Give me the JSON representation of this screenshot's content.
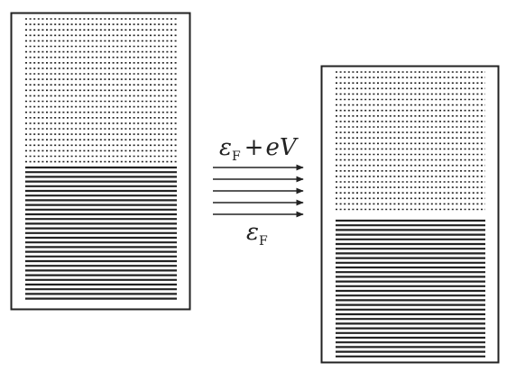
{
  "labels": {
    "upper": {
      "symbol": "ε",
      "subscript": "F",
      "plus": "+",
      "term": "eV"
    },
    "lower": {
      "symbol": "ε",
      "subscript": "F"
    }
  },
  "colors": {
    "stroke": "#222222",
    "background": "#ffffff"
  }
}
